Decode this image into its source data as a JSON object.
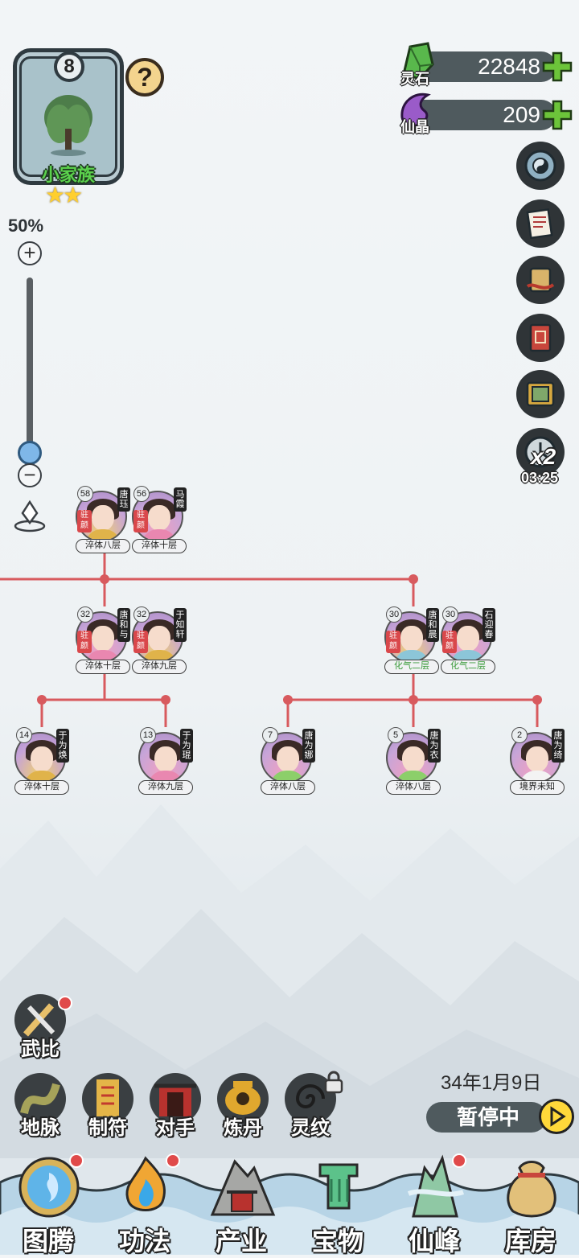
{
  "family": {
    "level": "8",
    "name": "小家族",
    "stars": "★★",
    "help": "?"
  },
  "zoom": {
    "percent": "50%",
    "plus": "+",
    "minus": "−"
  },
  "currencies": [
    {
      "label": "灵石",
      "value": "22848",
      "icon": "spirit-stone-icon",
      "color": "#59b84c"
    },
    {
      "label": "仙晶",
      "value": "209",
      "icon": "immortal-crystal-icon",
      "color": "#9a5bc9"
    }
  ],
  "speed": {
    "multiplier": "x2",
    "timer": "03:25"
  },
  "tree": {
    "gen1": [
      {
        "age": "58",
        "name": "唐珏",
        "stamp": "驻颜",
        "realm": "淬体八层",
        "sex": "male"
      },
      {
        "age": "56",
        "name": "马霞",
        "stamp": "驻颜",
        "realm": "淬体十层",
        "sex": "female"
      }
    ],
    "gen2": [
      {
        "age": "32",
        "name": "唐和与",
        "stamp": "驻颜",
        "realm": "淬体十层",
        "sex": "female"
      },
      {
        "age": "32",
        "name": "于知轩",
        "stamp": "驻颜",
        "realm": "淬体九层",
        "sex": "male"
      },
      {
        "age": "30",
        "name": "唐和晨",
        "stamp": "驻颜",
        "realm": "化气二层",
        "sex": "male"
      },
      {
        "age": "30",
        "name": "石迎春",
        "stamp": "驻颜",
        "realm": "化气二层",
        "sex": "female"
      }
    ],
    "gen3": [
      {
        "age": "14",
        "name": "于为焕",
        "realm": "淬体十层",
        "sex": "male"
      },
      {
        "age": "13",
        "name": "于为琨",
        "realm": "淬体九层",
        "sex": "female"
      },
      {
        "age": "7",
        "name": "唐为娜",
        "realm": "淬体八层",
        "sex": "female"
      },
      {
        "age": "5",
        "name": "唐为衣",
        "realm": "淬体八层",
        "sex": "female"
      },
      {
        "age": "2",
        "name": "唐为绮",
        "realm": "境界未知",
        "sex": "female"
      }
    ]
  },
  "features": {
    "wubi": "武比",
    "row": [
      "地脉",
      "制符",
      "对手",
      "炼丹",
      "灵纹"
    ]
  },
  "date": "34年1月9日",
  "pause": "暂停中",
  "nav": [
    "图腾",
    "功法",
    "产业",
    "宝物",
    "仙峰",
    "库房"
  ]
}
